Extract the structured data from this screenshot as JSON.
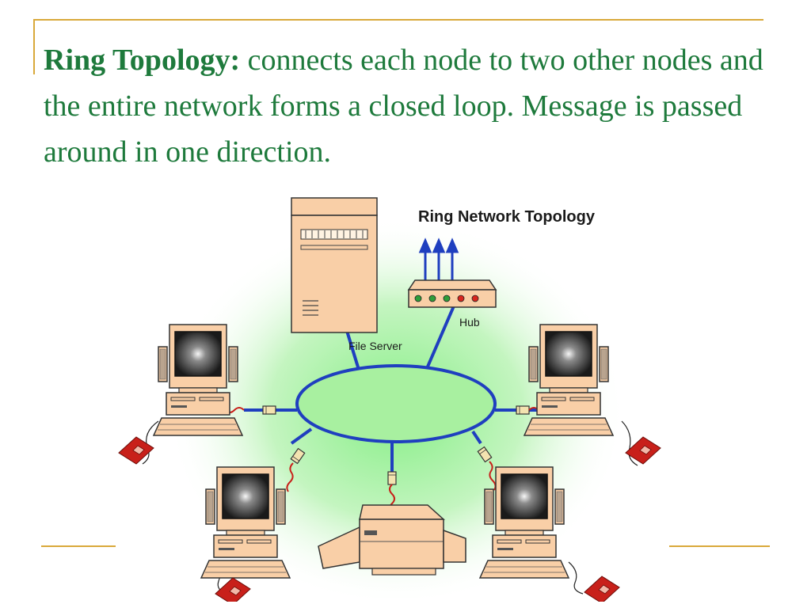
{
  "slide": {
    "heading": "Ring Topology:",
    "body": "connects each node to two other nodes and the entire network forms a closed loop. Message is passed around in one direction."
  },
  "diagram": {
    "title": "Ring Network Topology",
    "file_server_label": "File Server",
    "hub_label": "Hub",
    "hub_lights": [
      "#2f9e3a",
      "#2f9e3a",
      "#2f9e3a",
      "#d7261e",
      "#d7261e"
    ]
  },
  "colors": {
    "text": "#1e7a3c",
    "accent_rule": "#d9a93a",
    "ring_fill": "#a8f0a0",
    "ring_stroke": "#1f3fbf",
    "device_body": "#f9cfa7",
    "mouse": "#c8201a"
  }
}
